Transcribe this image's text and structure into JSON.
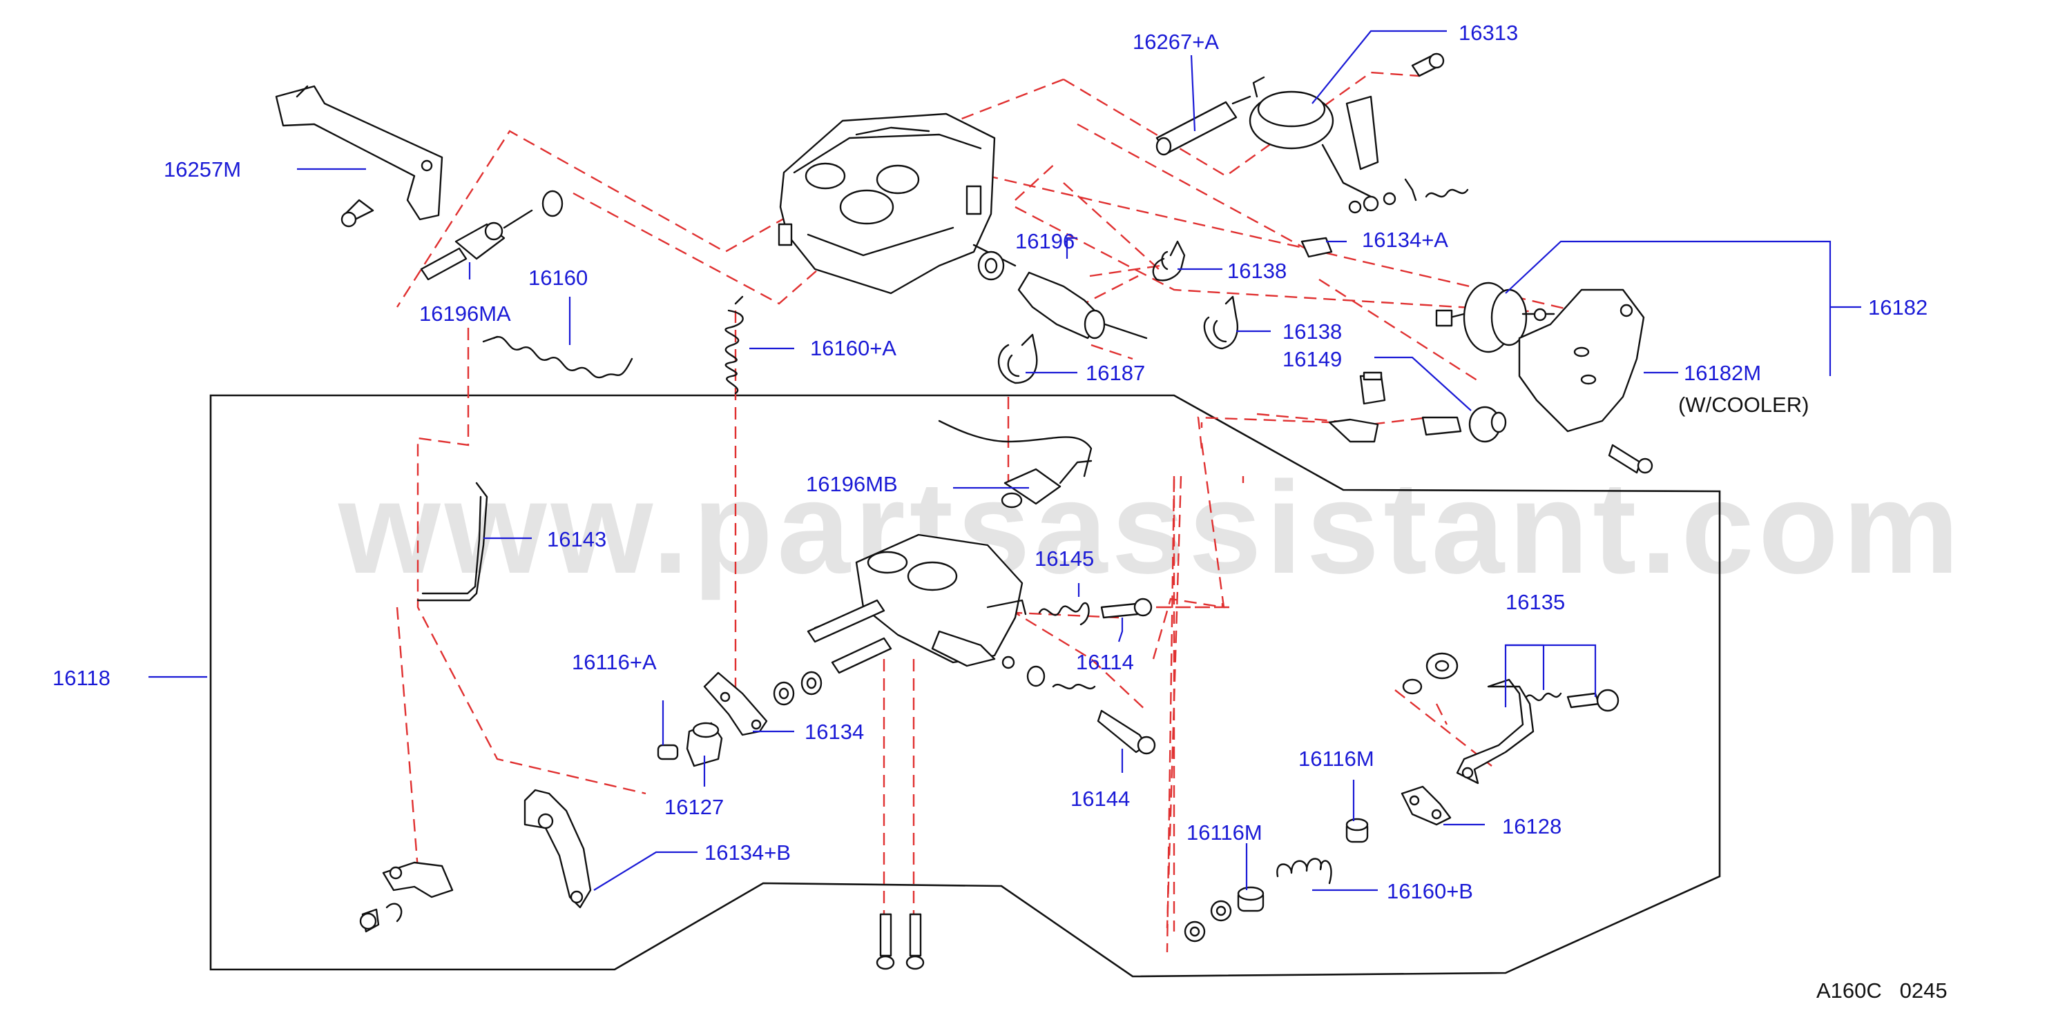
{
  "watermark": "www.partsassistant.com",
  "diagram_code": "A160C   0245",
  "labels": {
    "l16313": "16313",
    "l16267A": "16267+A",
    "l16257M": "16257M",
    "l16134A": "16134+A",
    "l16196": "16196",
    "l16138a": "16138",
    "l16138b": "16138",
    "l16182": "16182",
    "l16182M": "16182M",
    "wcooler": "(W/COOLER)",
    "l16160": "16160",
    "l16196MA": "16196MA",
    "l16160A": "16160+A",
    "l16149": "16149",
    "l16187": "16187",
    "l16196MB": "16196MB",
    "l16143": "16143",
    "l16145": "16145",
    "l16114": "16114",
    "l16135": "16135",
    "l16118": "16118",
    "l16116A": "16116+A",
    "l16134": "16134",
    "l16127": "16127",
    "l16144": "16144",
    "l16116M1": "16116M",
    "l16116M2": "16116M",
    "l16128": "16128",
    "l16134B": "16134+B",
    "l16160B": "16160+B"
  }
}
